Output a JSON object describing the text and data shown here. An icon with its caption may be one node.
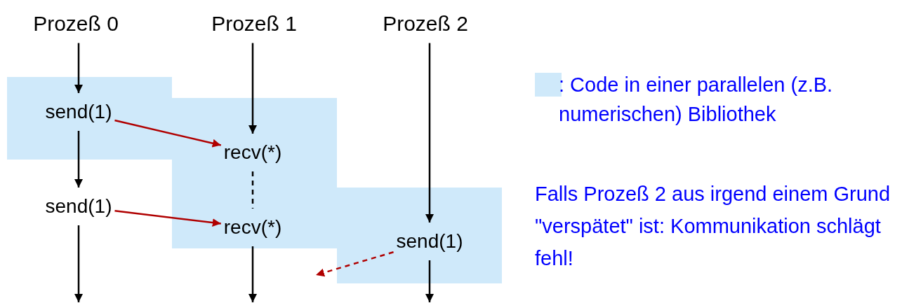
{
  "diagram": {
    "nodes": [
      {
        "text": [
          "Prozeß 0"
        ]
      },
      {
        "text": [
          "Prozeß 1"
        ]
      },
      {
        "text": [
          "Prozeß 2"
        ]
      },
      {
        "text": [
          "send(1)"
        ]
      },
      {
        "text": [
          "send(1)"
        ]
      },
      {
        "text": [
          "recv(*)"
        ]
      },
      {
        "text": [
          "recv(*)"
        ]
      },
      {
        "text": [
          "send(1)"
        ]
      }
    ],
    "edges": [
      {
        "from": 0,
        "to": 3,
        "arrow": "to"
      },
      {
        "from": 3,
        "to": 4,
        "arrow": "to"
      },
      {
        "from": 4,
        "to": null,
        "arrow": "to"
      },
      {
        "from": 1,
        "to": 5,
        "arrow": "to"
      },
      {
        "from": 5,
        "to": 6,
        "arrow": "none",
        "style": "dashed"
      },
      {
        "from": 6,
        "to": null,
        "arrow": "to"
      },
      {
        "from": 2,
        "to": 7,
        "arrow": "to"
      },
      {
        "from": 7,
        "to": null,
        "arrow": "to"
      },
      {
        "from": 3,
        "to": 5,
        "arrow": "to",
        "color": "#b00000"
      },
      {
        "from": 4,
        "to": 6,
        "arrow": "to",
        "color": "#b00000"
      },
      {
        "from": 7,
        "to": null,
        "arrow": "to",
        "style": "dashed",
        "color": "#b00000"
      }
    ],
    "labels": [
      "Falls Prozeß 2 aus irgend einem Grund \"verspätet\" ist: Kommunikation schlägt fehl!"
    ],
    "legend": [
      {
        "text": ": Code in einer parallelen (z.B. numerischen) Bibliothek",
        "color": "#cfe9fa"
      }
    ]
  }
}
